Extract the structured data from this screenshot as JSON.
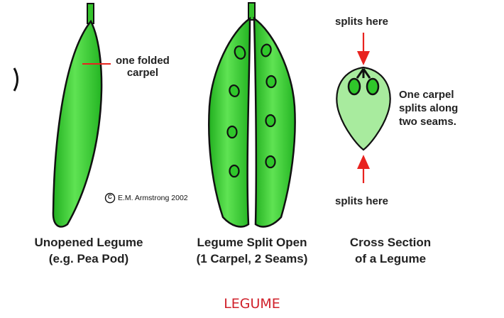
{
  "labels": {
    "one_folded_carpel": [
      "one folded",
      "carpel"
    ],
    "splits_here_top": "splits here",
    "splits_here_bottom": "splits here",
    "carpel_note": [
      "One carpel",
      "splits along",
      "two seams."
    ],
    "copyright": "E.M. Armstrong 2002",
    "copyright_symbol": "C"
  },
  "captions": {
    "unopened": [
      "Unopened Legume",
      "(e.g.  Pea Pod)"
    ],
    "split_open": [
      "Legume Split Open",
      "(1 Carpel, 2 Seams)"
    ],
    "cross_section": [
      "Cross Section",
      "of a Legume"
    ]
  },
  "title": "LEGUME",
  "colors": {
    "pod_green": "#2fc72a",
    "pod_green_light": "#57df4d",
    "cross_section_fill": "#a8eb9e",
    "arrow_red": "#e8231f",
    "title_red": "#d0202a"
  }
}
